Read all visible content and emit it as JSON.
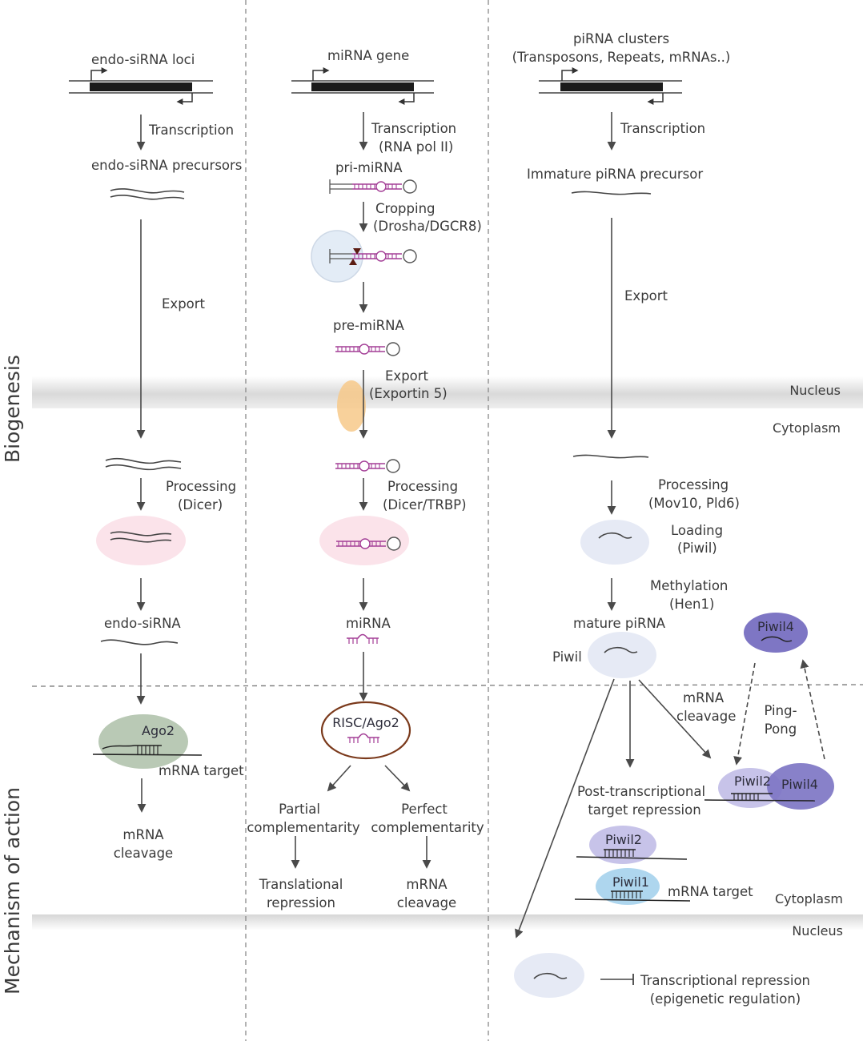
{
  "side_labels": {
    "biogenesis": "Biogenesis",
    "mechanism": "Mechanism of action"
  },
  "compartments": {
    "nucleus_upper": "Nucleus",
    "cytoplasm_upper": "Cytoplasm",
    "cytoplasm_lower": "Cytoplasm",
    "nucleus_lower": "Nucleus"
  },
  "sirna": {
    "loci": "endo-siRNA loci",
    "transcription": "Transcription",
    "precursors": "endo-siRNA precursors",
    "export": "Export",
    "processing": [
      "Processing",
      "(Dicer)"
    ],
    "mature": "endo-siRNA",
    "ago2": "Ago2",
    "mrna_target": "mRNA target",
    "cleavage": [
      "mRNA",
      "cleavage"
    ]
  },
  "mirna": {
    "gene": "miRNA gene",
    "transcription": [
      "Transcription",
      "(RNA pol II)"
    ],
    "pri": "pri-miRNA",
    "cropping": [
      "Cropping",
      "(Drosha/DGCR8)"
    ],
    "pre": "pre-miRNA",
    "export": [
      "Export",
      "(Exportin 5)"
    ],
    "processing": [
      "Processing",
      "(Dicer/TRBP)"
    ],
    "mature": "miRNA",
    "risc": "RISC/Ago2",
    "partial": [
      "Partial",
      "complementarity"
    ],
    "perfect": [
      "Perfect",
      "complementarity"
    ],
    "translational": [
      "Translational",
      "repression"
    ],
    "cleavage": [
      "mRNA",
      "cleavage"
    ]
  },
  "pirna": {
    "clusters": [
      "piRNA clusters",
      "(Transposons, Repeats, mRNAs..)"
    ],
    "transcription": "Transcription",
    "immature": "Immature piRNA precursor",
    "export": "Export",
    "processing": [
      "Processing",
      "(Mov10, Pld6)"
    ],
    "loading": [
      "Loading",
      "(Piwil)"
    ],
    "methylation": [
      "Methylation",
      "(Hen1)"
    ],
    "mature": "mature piRNA",
    "piwil": "Piwil",
    "piwil4_top": "Piwil4",
    "mrna_cleavage": [
      "mRNA",
      "cleavage"
    ],
    "ping_pong": [
      "Ping-",
      "Pong"
    ],
    "post_tx": [
      "Post-transcriptional",
      "target repression"
    ],
    "piwil2_pp": "Piwil2",
    "piwil4_pp": "Piwil4",
    "piwil2": "Piwil2",
    "piwil1": "Piwil1",
    "mrna_target": "mRNA target",
    "tx_repression": [
      "Transcriptional repression",
      "(epigenetic regulation)"
    ]
  },
  "colors": {
    "pink": "#fbe3ea",
    "blue_light": "#e6eaf5",
    "nucleus_blue": "#e3ecf6",
    "green": "#b9c9b5",
    "orange": "#f7c98a",
    "purple": "#7e76c4",
    "purple_light": "#c7c3e9",
    "cyan": "#aed6ee",
    "risc_brown": "#7b3a1c",
    "magenta": "#a33e96"
  }
}
